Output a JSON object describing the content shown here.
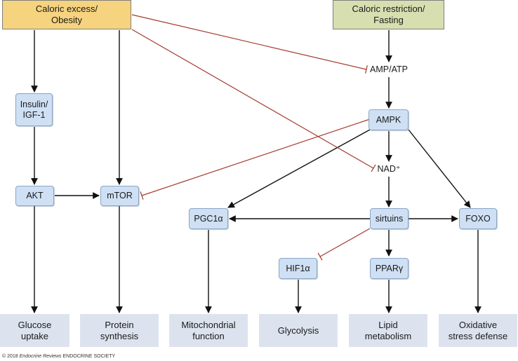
{
  "sources": {
    "excess": "Caloric excess/\nObesity",
    "restriction": "Caloric restriction/\nFasting"
  },
  "molecules": {
    "insulin": "Insulin/\nIGF-1",
    "akt": "AKT",
    "mtor": "mTOR",
    "amp_atp": "AMP/ATP",
    "ampk": "AMPK",
    "nad": "NAD⁺",
    "pgc1a": "PGC1α",
    "sirtuins": "sirtuins",
    "foxo": "FOXO",
    "hif1a": "HIF1α",
    "ppar": "PPARγ"
  },
  "outcomes": {
    "glucose": "Glucose\nuptake",
    "protein": "Protein\nsynthesis",
    "mito": "Mitochondrial\nfunction",
    "glycolysis": "Glycolysis",
    "lipid": "Lipid\nmetabolism",
    "oxidative": "Oxidative\nstress defense"
  },
  "footer": {
    "prefix": "© 2018",
    "journal": "Endocrine Reviews",
    "society": "ENDOCRINE SOCIETY"
  },
  "colors": {
    "activation": "#111111",
    "inhibition": "#a33a2e",
    "excess_box": "#f6d37e",
    "restriction_box": "#d7dfb0",
    "molecule_box": "#cfe0f4",
    "outcome_box": "#dde3ee"
  }
}
